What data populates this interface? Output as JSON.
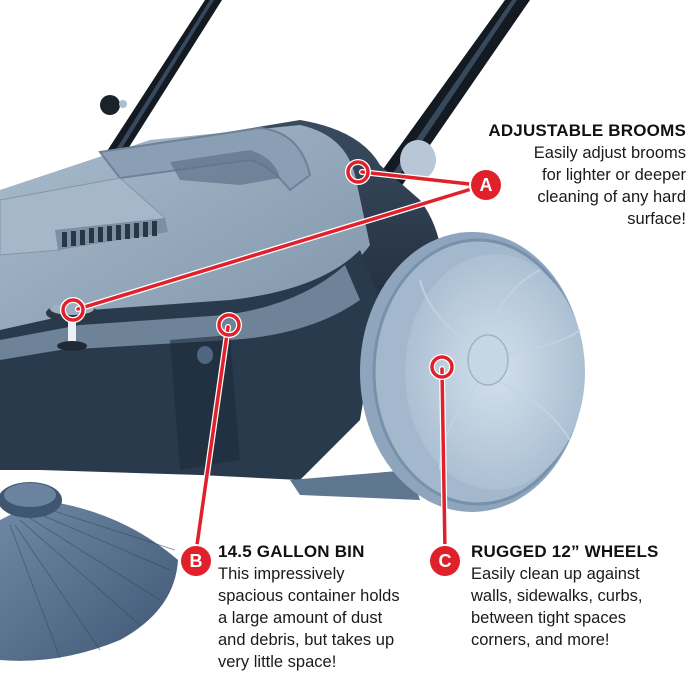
{
  "callouts": {
    "a": {
      "marker": "A",
      "title": "ADJUSTABLE BROOMS",
      "lines": [
        "Easily adjust brooms",
        "for lighter or deeper",
        "cleaning of any hard",
        "surface!"
      ]
    },
    "b": {
      "marker": "B",
      "title": "14.5 GALLON BIN",
      "lines": [
        "This impressively",
        "spacious container holds",
        "a large amount of dust",
        "and debris, but takes up",
        "very little space!"
      ]
    },
    "c": {
      "marker": "C",
      "title": "RUGGED 12” WHEELS",
      "lines": [
        "Easily clean up against",
        "walls, sidewalks, curbs,",
        "between tight spaces",
        "corners, and more!"
      ]
    }
  },
  "colors": {
    "accent_red": "#e0202a",
    "body_gray_blue": "#8fa3b8",
    "dark_plastic": "#2b3a4c",
    "wheel": "#b9cbdd",
    "background": "#ffffff"
  },
  "icons": {
    "marker": "circle-letter-badge",
    "pointer": "ring-pointer"
  }
}
